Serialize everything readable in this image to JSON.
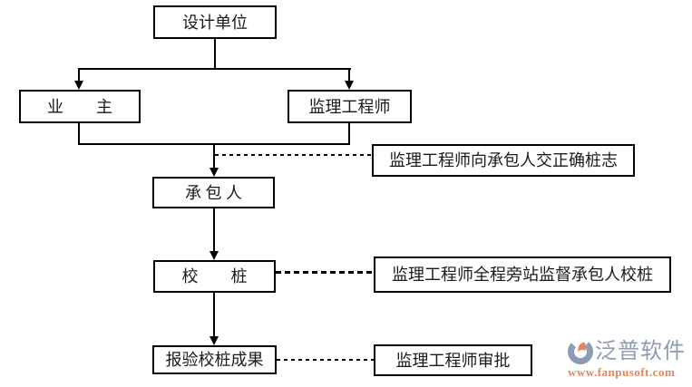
{
  "flowchart": {
    "nodes": [
      {
        "id": "design-unit",
        "label": "设计单位"
      },
      {
        "id": "owner",
        "label": "业　　主"
      },
      {
        "id": "supervision-engineer",
        "label": "监理工程师"
      },
      {
        "id": "contractor",
        "label": "承 包 人"
      },
      {
        "id": "pile-check",
        "label": "校　　桩"
      },
      {
        "id": "report-results",
        "label": "报验校桩成果"
      }
    ],
    "annotations": [
      {
        "id": "note-deliver-marks",
        "label": "监理工程师向承包人交正确桩志"
      },
      {
        "id": "note-onsite-supervision",
        "label": "监理工程师全程旁站监督承包人校桩"
      },
      {
        "id": "note-approval",
        "label": "监理工程师审批"
      }
    ],
    "connector_style": {
      "solid_color": "#000000",
      "dashed_color": "#000000"
    }
  },
  "branding": {
    "logo_text": "泛普软件",
    "website": "www.fanpusoft.com",
    "logo_icon": "fanpu-logo-icon",
    "logo_color": "#8d9cb2",
    "website_color": "#e5845f"
  },
  "colors": {
    "background": "#ffffff",
    "box_border": "#000000",
    "text": "#1a1a1a"
  }
}
